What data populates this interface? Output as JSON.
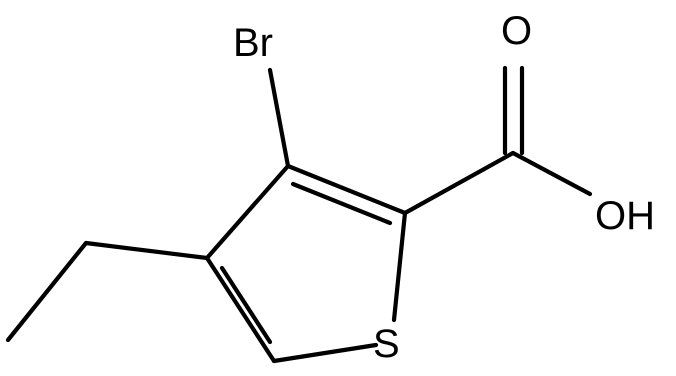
{
  "molecule": {
    "atoms": {
      "bromine": "Br",
      "carbonyl_oxygen": "O",
      "hydroxyl": "OH",
      "sulfur": "S"
    }
  }
}
